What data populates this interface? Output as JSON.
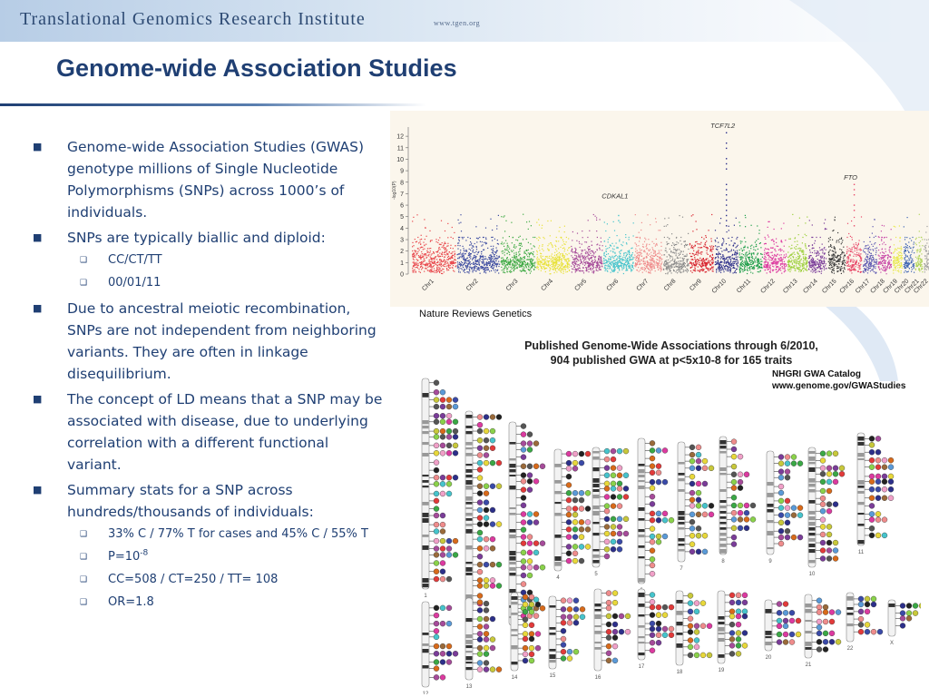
{
  "header": {
    "institute": "Translational Genomics Research Institute",
    "url": "www.tgen.org"
  },
  "slide": {
    "title": "Genome-wide Association Studies",
    "bullets": [
      {
        "text": "Genome-wide Association Studies (GWAS) genotype millions of Single Nucleotide Polymorphisms (SNPs) across 1000’s of individuals.",
        "sub": []
      },
      {
        "text": "SNPs are typically biallic and diploid:",
        "sub": [
          "CC/CT/TT",
          "00/01/11"
        ]
      },
      {
        "text": "Due to ancestral meiotic recombination, SNPs are not independent from neighboring variants. They are often in linkage disequilibrium.",
        "sub": []
      },
      {
        "text": "The concept of LD means that a SNP may be associated with disease, due to underlying correlation with a different functional variant.",
        "sub": []
      },
      {
        "text": "Summary stats for a SNP across hundreds/thousands of individuals:",
        "sub": [
          "33% C / 77% T for cases and 45% C / 55% T",
          "P=10",
          "CC=508 / CT=250 / TT= 108",
          "OR=1.8"
        ]
      }
    ],
    "p_exponent": "-8"
  },
  "manhattan": {
    "source": "Nature Reviews Genetics",
    "ylabel": "-log10(P)",
    "yticks": [
      "0",
      "1",
      "2",
      "3",
      "4",
      "5",
      "6",
      "7",
      "8",
      "9",
      "10",
      "11",
      "12"
    ],
    "chromosomes": [
      "Chr1",
      "Chr2",
      "Chr3",
      "Chr4",
      "Chr5",
      "Chr6",
      "Chr7",
      "Chr8",
      "Chr9",
      "Chr10",
      "Chr11",
      "Chr12",
      "Chr13",
      "Chr14",
      "Chr15",
      "Chr16",
      "Chr17",
      "Chr18",
      "Chr19",
      "Chr20",
      "Chr21",
      "Chr22"
    ],
    "chrom_colors": [
      "#e8464b",
      "#3b4aa0",
      "#3faa45",
      "#e8e23a",
      "#a64b9a",
      "#46c4cc",
      "#ef8c8c",
      "#8a8a8a",
      "#d8242e",
      "#2c2f8a",
      "#1e9e4a",
      "#dc3aa0",
      "#9ccf3a",
      "#7a3c99",
      "#3a3a3a",
      "#e84a6a",
      "#5a56b0",
      "#c84aa8",
      "#e8e84a",
      "#3e64b4",
      "#b0d45a",
      "#a0a0a0"
    ],
    "chrom_sizes": [
      248,
      242,
      198,
      190,
      181,
      171,
      159,
      145,
      138,
      134,
      135,
      133,
      114,
      107,
      102,
      90,
      83,
      80,
      59,
      64,
      47,
      51
    ],
    "peaks": [
      {
        "label": "TCF7L2",
        "chrom": "Chr10",
        "value": 12.4
      },
      {
        "label": "CDKAL1",
        "chrom": "Chr6",
        "value": 6.3
      },
      {
        "label": "FTO",
        "chrom": "Chr16",
        "value": 7.9
      }
    ]
  },
  "gwa_catalog": {
    "title_line1": "Published Genome-Wide Associations through 6/2010,",
    "title_line2": "904 published GWA at p<5x10-8 for 165 traits",
    "catalog_name": "NHGRI GWA Catalog",
    "catalog_url": "www.genome.gov/GWAStudies",
    "chromosome_numbers": [
      "1",
      "2",
      "3",
      "4",
      "5",
      "6",
      "7",
      "8",
      "9",
      "10",
      "11",
      "12",
      "13",
      "14",
      "15",
      "16",
      "17",
      "18",
      "19",
      "20",
      "21",
      "22",
      "X"
    ]
  },
  "colors": {
    "title": "#1f3f73",
    "bullet_text": "#1f3f73",
    "header_band": "#b7cde6"
  }
}
